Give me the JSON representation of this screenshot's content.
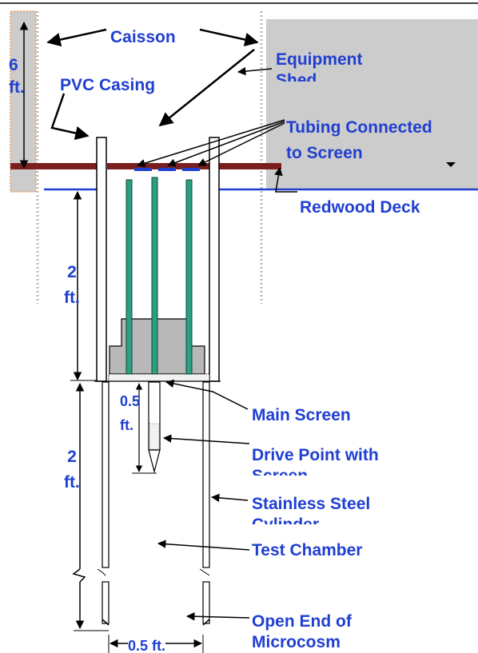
{
  "labels": {
    "caisson": "Caisson",
    "equipment": "Equipment\nShed",
    "pvc_casing": "PVC Casing",
    "tubing": "Tubing Connected\nto Screen",
    "redwood_deck": "Redwood Deck",
    "six_ft": "6\nft.",
    "two_ft_upper": "2\nft.",
    "two_ft_lower": "2\nft.",
    "half_ft_vertical": "0.5\nft.",
    "half_ft_horizontal": "0.5 ft.",
    "main_screen": "Main Screen",
    "drive_point": "Drive Point with\nScreen",
    "stainless": "Stainless Steel\nCylinder",
    "test_chamber": "Test Chamber",
    "open_end": "Open End of\nMicrocosm"
  },
  "colors": {
    "label": "#1f3fd1",
    "deck": "#7a1e1e",
    "shed": "#cccccc",
    "screen_tube": "#2e9e80",
    "casing_fill": "#b8b8b8"
  }
}
